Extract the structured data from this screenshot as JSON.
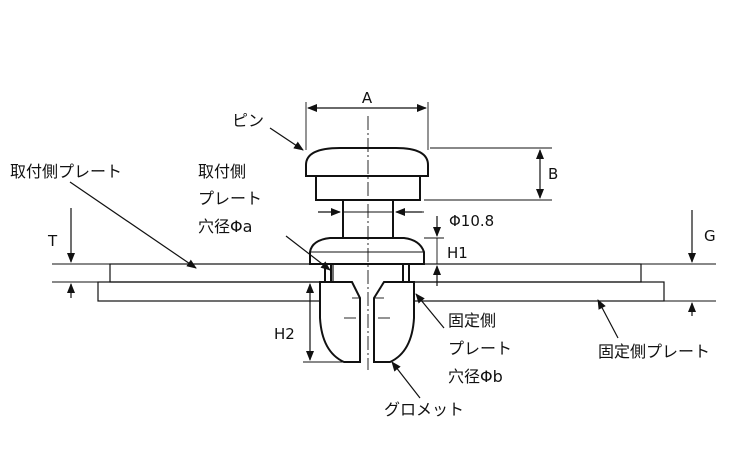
{
  "labels": {
    "pin": "ピン",
    "mount_plate": "取付側プレート",
    "mount_hole_l1": "取付側",
    "mount_hole_l2": "プレート",
    "mount_hole_l3": "穴径Φa",
    "fixed_hole_l1": "固定側",
    "fixed_hole_l2": "プレート",
    "fixed_hole_l3": "穴径Φb",
    "fixed_plate": "固定側プレート",
    "grommet": "グロメット"
  },
  "dimensions": {
    "A": "A",
    "B": "B",
    "phi": "Φ10.8",
    "H1": "H1",
    "H2": "H2",
    "T": "T",
    "G": "G"
  }
}
